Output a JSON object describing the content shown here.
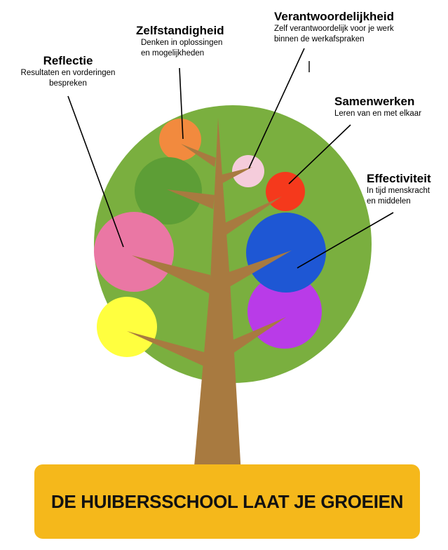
{
  "colors": {
    "crown": "#7aaf3f",
    "trunk": "#a87a40",
    "banner": "#f5b81b",
    "zelfstandigheid": "#f28a3e",
    "leaf-dark": "#5d9e36",
    "verantwoordelijkheid": "#f5ccdb",
    "samenwerken": "#f5391c",
    "reflectie": "#ea77a4",
    "effectiviteit": "#1e57d4",
    "purple": "#b93be8",
    "yellow": "#ffff3f"
  },
  "labels": {
    "reflectie": {
      "title": "Reflectie",
      "desc1": "Resultaten en vorderingen",
      "desc2": "bespreken"
    },
    "zelfstandigheid": {
      "title": "Zelfstandigheid",
      "desc1": "Denken in oplossingen",
      "desc2": "en mogelijkheden"
    },
    "verantwoordelijkheid": {
      "title": "Verantwoordelijkheid",
      "desc1": "Zelf verantwoordelijk voor je werk",
      "desc2": "binnen de werkafspraken"
    },
    "samenwerken": {
      "title": "Samenwerken",
      "desc1": "Leren van en met elkaar"
    },
    "effectiviteit": {
      "title": "Effectiviteit",
      "desc1": "In tijd menskracht",
      "desc2": "en middelen"
    }
  },
  "banner": {
    "text": "DE HUIBERSSCHOOL LAAT JE GROEIEN"
  }
}
